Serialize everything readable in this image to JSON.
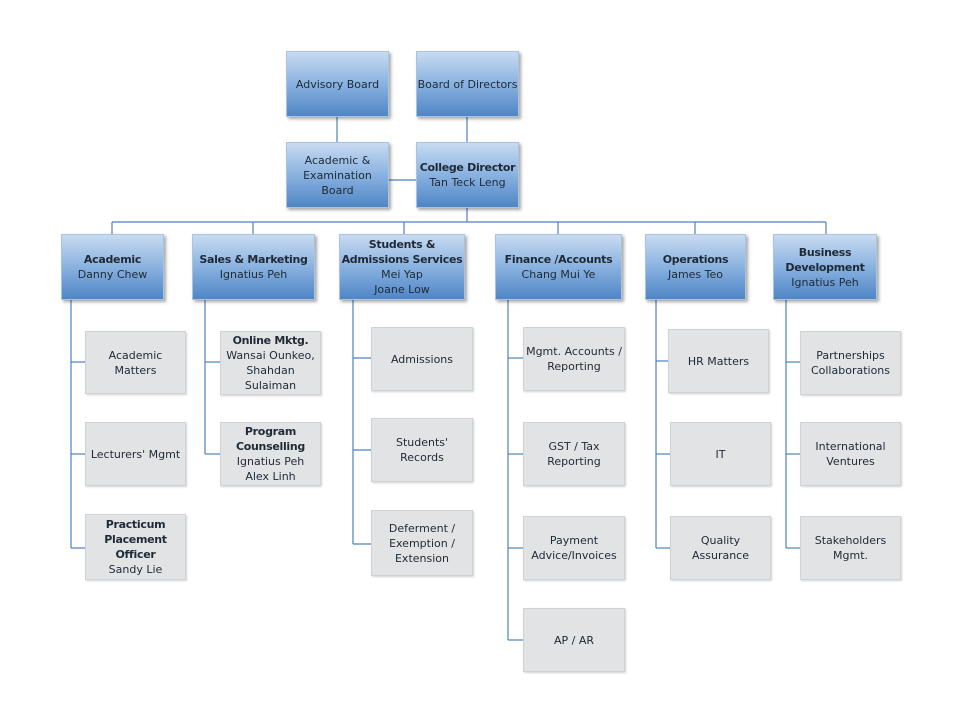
{
  "top": {
    "advisory_board": "Advisory Board",
    "board_of_directors": "Board of Directors",
    "academic_examination_board": [
      "Academic &",
      "Examination",
      "Board"
    ],
    "college_director": {
      "title": "College Director",
      "name": "Tan Teck Leng"
    }
  },
  "departments": [
    {
      "title": [
        "Academic"
      ],
      "people": [
        "Danny Chew"
      ],
      "items": [
        {
          "lines": [
            "Academic Matters"
          ]
        },
        {
          "lines": [
            "Lecturers'  Mgmt"
          ]
        },
        {
          "title": [
            "Practicum",
            "Placement Officer"
          ],
          "lines": [
            "Sandy Lie"
          ]
        }
      ]
    },
    {
      "title": [
        "Sales & Marketing"
      ],
      "people": [
        "Ignatius Peh"
      ],
      "items": [
        {
          "title": [
            "Online Mktg."
          ],
          "lines": [
            "Wansai Ounkeo,",
            "Shahdan Sulaiman"
          ]
        },
        {
          "title": [
            "Program",
            "Counselling"
          ],
          "lines": [
            "Ignatius Peh",
            "Alex Linh"
          ]
        }
      ]
    },
    {
      "title": [
        "Students &",
        "Admissions Services"
      ],
      "people": [
        "Mei Yap",
        "Joane Low"
      ],
      "items": [
        {
          "lines": [
            "Admissions"
          ]
        },
        {
          "lines": [
            "Students'",
            "Records"
          ]
        },
        {
          "lines": [
            "Deferment  /",
            "Exemption  /",
            "Extension"
          ]
        }
      ]
    },
    {
      "title": [
        "Finance /Accounts"
      ],
      "people": [
        "Chang Mui Ye"
      ],
      "items": [
        {
          "lines": [
            "Mgmt.  Accounts /",
            "Reporting"
          ]
        },
        {
          "lines": [
            "GST  / Tax",
            "Reporting"
          ]
        },
        {
          "lines": [
            "Payment",
            "Advice/Invoices"
          ]
        },
        {
          "lines": [
            "AP  /  AR"
          ]
        }
      ]
    },
    {
      "title": [
        "Operations"
      ],
      "people": [
        "James Teo"
      ],
      "items": [
        {
          "lines": [
            "HR Matters"
          ]
        },
        {
          "lines": [
            "IT"
          ]
        },
        {
          "lines": [
            "Quality Assurance"
          ]
        }
      ]
    },
    {
      "title": [
        "Business",
        "Development"
      ],
      "people": [
        "Ignatius Peh"
      ],
      "items": [
        {
          "lines": [
            "Partnerships",
            "Collaborations"
          ]
        },
        {
          "lines": [
            "International",
            "Ventures"
          ]
        },
        {
          "lines": [
            "Stakeholders",
            "Mgmt."
          ]
        }
      ]
    }
  ],
  "colors": {
    "connector": "#4f81bd",
    "box_blue_top": "#c8dbf1",
    "box_blue_bottom": "#4f86c6",
    "box_grey": "#e2e3e5"
  }
}
